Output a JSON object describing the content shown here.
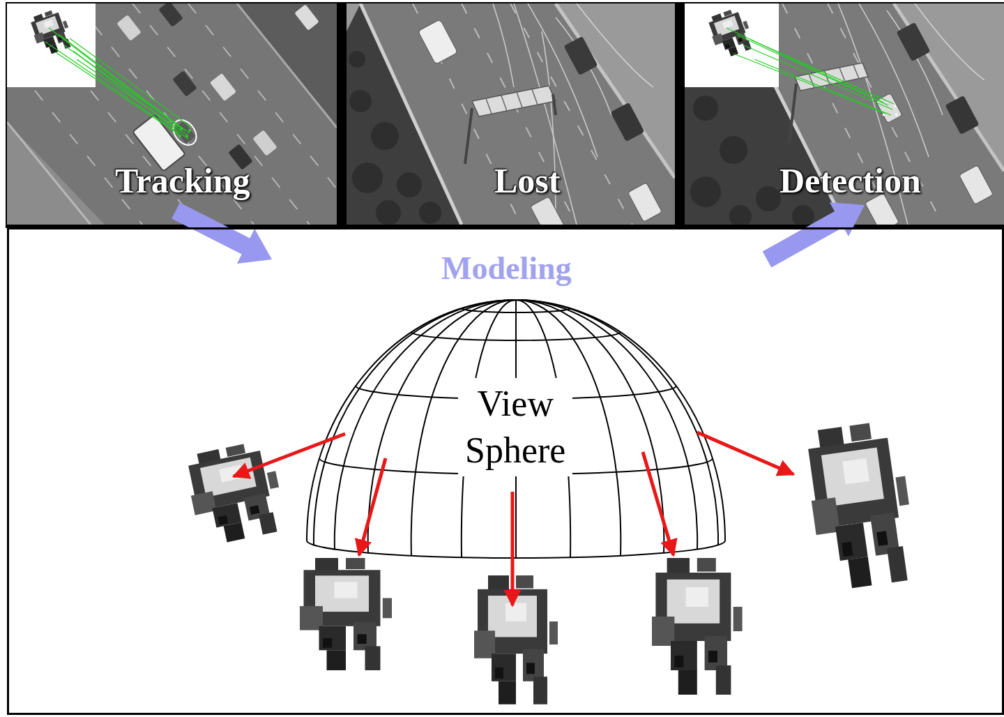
{
  "diagram": {
    "nodes": [
      {
        "text": [
          "Tracking"
        ]
      },
      {
        "text": [
          "Lost"
        ]
      },
      {
        "text": [
          "Detection"
        ]
      },
      {
        "text": [
          "Modeling"
        ]
      },
      {
        "text": [
          "View Sphere"
        ],
        "in": 3
      }
    ],
    "edges": [
      {
        "from": 0,
        "to": 3,
        "arrow": "to"
      },
      {
        "from": 3,
        "to": 2,
        "arrow": "to"
      }
    ]
  }
}
